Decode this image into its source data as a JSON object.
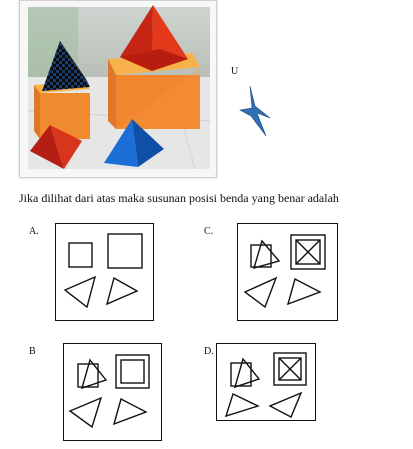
{
  "compass": {
    "label": "U"
  },
  "question": {
    "text": "Jika dilihat dari atas maka susunan posisi benda yang benar adalah"
  },
  "options": [
    {
      "label": "A."
    },
    {
      "label": "B"
    },
    {
      "label": "C."
    },
    {
      "label": "D."
    }
  ],
  "photo": {
    "objects": [
      "red-pyramid",
      "orange-cube-large",
      "orange-cube-small",
      "black-checkered-pyramid",
      "red-small-pyramid",
      "blue-pyramid"
    ]
  }
}
